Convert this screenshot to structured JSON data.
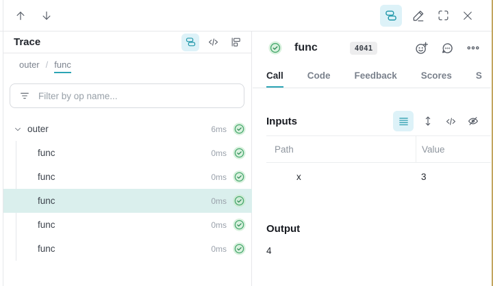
{
  "colors": {
    "accent_teal": "#1d96a8",
    "selected_icon_bg": "#ddf2f8",
    "row_highlight_bg": "#daefed",
    "check_green": "#48a96e",
    "check_green_bg": "#d9f1de",
    "right_edge_line": "#c2a55e"
  },
  "trace": {
    "title": "Trace",
    "breadcrumb": [
      "outer",
      "func"
    ],
    "breadcrumb_separator": "/",
    "filter_placeholder": "Filter by op name...",
    "rows": [
      {
        "label": "outer",
        "duration": "6ms",
        "status": "success"
      },
      {
        "label": "func",
        "duration": "0ms",
        "status": "success"
      },
      {
        "label": "func",
        "duration": "0ms",
        "status": "success"
      },
      {
        "label": "func",
        "duration": "0ms",
        "status": "success"
      },
      {
        "label": "func",
        "duration": "0ms",
        "status": "success"
      },
      {
        "label": "func",
        "duration": "0ms",
        "status": "success"
      }
    ],
    "selected_row_index": 3
  },
  "call": {
    "title": "func",
    "id_badge": "4041",
    "tabs": [
      "Call",
      "Code",
      "Feedback",
      "Scores",
      "S"
    ],
    "active_tab": "Call",
    "inputs": {
      "heading": "Inputs",
      "columns": [
        "Path",
        "Value"
      ],
      "rows": [
        {
          "path": "x",
          "value": "3"
        }
      ]
    },
    "output": {
      "heading": "Output",
      "value": "4"
    }
  }
}
